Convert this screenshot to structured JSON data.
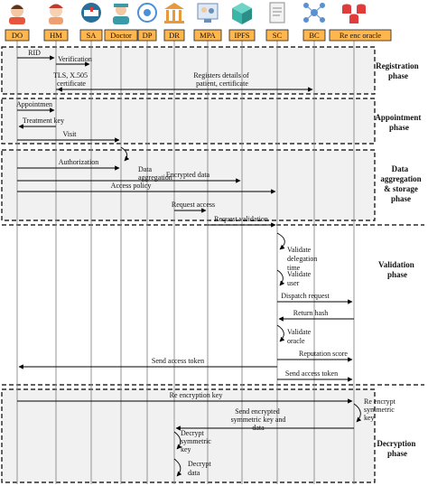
{
  "actors": [
    {
      "id": "do",
      "label": "DO",
      "icon": "patient-icon",
      "color": "#e8553d"
    },
    {
      "id": "hm",
      "label": "HM",
      "icon": "nurse-icon",
      "color": "#f0a070"
    },
    {
      "id": "sa",
      "label": "SA",
      "icon": "ambulance-icon",
      "color": "#2a6f9a"
    },
    {
      "id": "doctor",
      "label": "Doctor",
      "icon": "doctor-icon",
      "color": "#3a9aa8"
    },
    {
      "id": "dp",
      "label": "DP",
      "icon": "data-processing-icon",
      "color": "#4a90d9"
    },
    {
      "id": "dr",
      "label": "DR",
      "icon": "institution-icon",
      "color": "#e89a3a"
    },
    {
      "id": "mpa",
      "label": "MPA",
      "icon": "monitor-icon",
      "color": "#6a8fb8"
    },
    {
      "id": "ipfs",
      "label": "IPFS",
      "icon": "cube-icon",
      "color": "#3cb4a8"
    },
    {
      "id": "sc",
      "label": "SC",
      "icon": "contract-icon",
      "color": "#8c8c8c"
    },
    {
      "id": "bc",
      "label": "BC",
      "icon": "blockchain-icon",
      "color": "#5a8fd0"
    },
    {
      "id": "oracle",
      "label": "Re enc oracle",
      "icon": "database-icon",
      "color": "#e03c3c"
    }
  ],
  "phases": {
    "registration": "Registration phase",
    "appointment": "Appointment phase",
    "aggregation": "Data aggregation & storage phase",
    "validation": "Validation phase",
    "decryption": "Decryption phase"
  },
  "messages": {
    "rid": "RID",
    "verification": "Verification",
    "tls": "TLS, X.505 certificate",
    "registers": "Registers details of patient, certificate",
    "appointment": "Appointmen",
    "treatment_key": "Treatment key",
    "visit": "Visit",
    "data_aggregation": "Data aggregation",
    "authorization": "Authorization",
    "encrypted_data": "Encrypted data",
    "access_policy": "Access policy",
    "request_access": "Request access",
    "request_validation": "Request validation",
    "validate_delegation": "Validate delegation time",
    "validate_user": "Validate user",
    "dispatch_request": "Dispatch request",
    "return_hash": "Return hash",
    "validate_oracle": "Validate oracle",
    "reputation_score": "Reputation score",
    "send_token_do": "Send access token",
    "send_token_oracle": "Send access token",
    "re_encryption_key": "Re encryption key",
    "re_encrypt_key": "Re encrypt symmetric key",
    "send_encrypted_key": "Send encrypted symmetric key and data",
    "decrypt_key": "Decrypt symmetric key",
    "decrypt_data": "Decrypt data"
  }
}
